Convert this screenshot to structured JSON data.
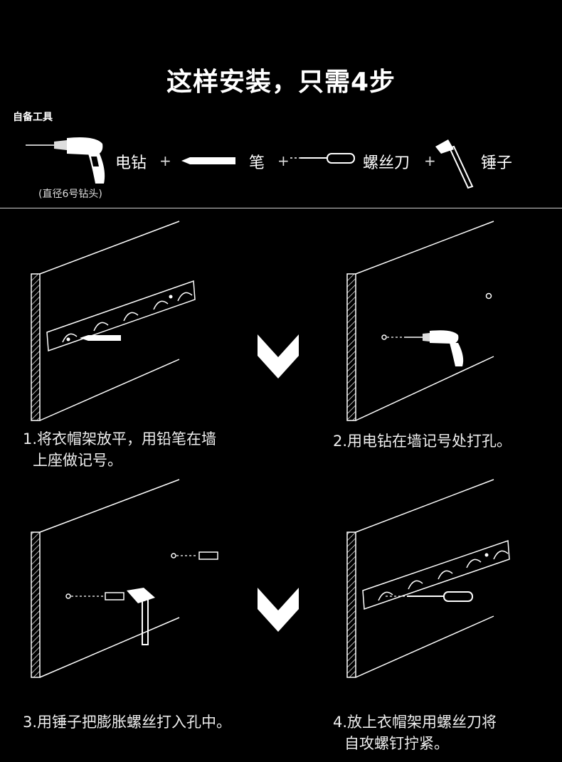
{
  "title": "这样安装，只需4步",
  "tools": {
    "heading": "自备工具",
    "items": [
      {
        "label": "电钻",
        "icon": "drill-icon"
      },
      {
        "label": "笔",
        "icon": "pen-icon"
      },
      {
        "label": "螺丝刀",
        "icon": "screwdriver-icon"
      },
      {
        "label": "锤子",
        "icon": "hammer-icon"
      }
    ],
    "plus": "+",
    "drill_note": "(直径6号钻头)"
  },
  "steps": [
    {
      "line1": "1.将衣帽架放平，用铅笔在墙",
      "line2": "上座做记号。"
    },
    {
      "line1": "2.用电钻在墙记号处打孔。",
      "line2": ""
    },
    {
      "line1": "3.用锤子把膨胀螺丝打入孔中。",
      "line2": ""
    },
    {
      "line1": "4.放上衣帽架用螺丝刀将",
      "line2": "自攻螺钉拧紧。"
    }
  ],
  "colors": {
    "background": "#000000",
    "text": "#ffffff",
    "line": "#cfcfcf"
  }
}
